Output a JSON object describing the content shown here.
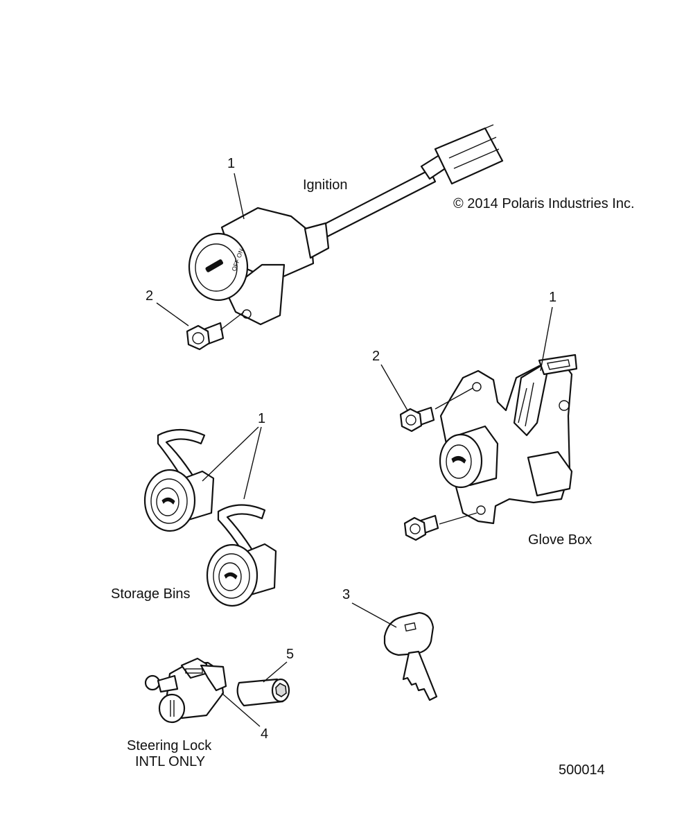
{
  "labels": {
    "ignition": "Ignition",
    "copyright": "© 2014 Polaris Industries Inc.",
    "glove_box": "Glove Box",
    "storage_bins": "Storage Bins",
    "steering_lock_line1": "Steering Lock",
    "steering_lock_line2": "INTL ONLY",
    "drawing_number": "500014"
  },
  "callouts": {
    "ignition_switch": "1",
    "ignition_bolt": "2",
    "glove_box_latch": "1",
    "glove_box_bolt": "2",
    "storage_bin_latch": "1",
    "key": "3",
    "steering_lock": "4",
    "steering_lock_pin": "5"
  }
}
